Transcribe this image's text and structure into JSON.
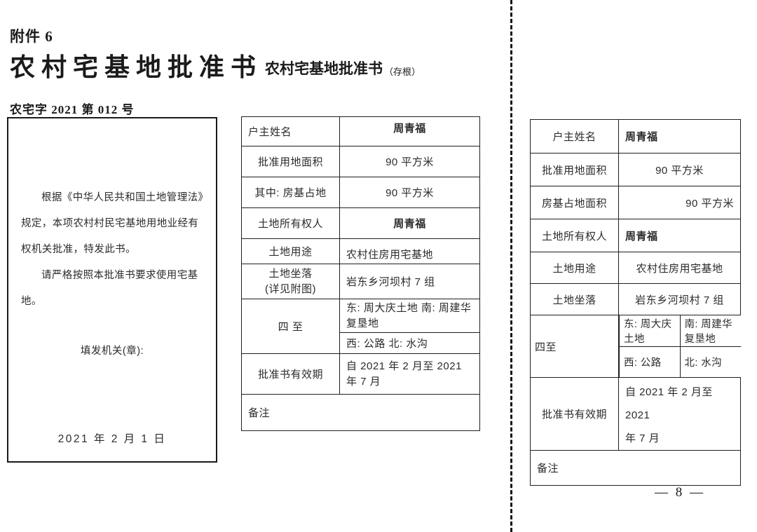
{
  "document": {
    "attachment_label": "附件 6",
    "title_main": "农村宅基地批准书",
    "title_sub": "农村宅基地批准书",
    "title_sub_paren": "（存根）",
    "doc_number": "农宅字 2021 第 012 号",
    "page_number": "— 8 —"
  },
  "certificate_box": {
    "paragraph1": "根据《中华人民共和国土地管理法》规定，本项农村村民宅基地用地业经有权机关批准，特发此书。",
    "paragraph2": "请严格按照本批准书要求使用宅基地。",
    "issuer_label": "填发机关(章):",
    "issue_date": "2021 年 2 月 1 日"
  },
  "main_table": {
    "rows": [
      {
        "label": "户主姓名",
        "value": "周青福",
        "bold": true
      },
      {
        "label": "批准用地面积",
        "value": "90 平方米",
        "bold": false
      },
      {
        "label": "其中: 房基占地",
        "value": "90  平方米",
        "bold": false
      },
      {
        "label": "土地所有权人",
        "value": "周青福",
        "bold": true
      },
      {
        "label": "土地用途",
        "value": "农村住房用宅基地",
        "bold": false
      }
    ],
    "location": {
      "label_line1": "土地坐落",
      "label_line2": "(详见附图)",
      "value": "岩东乡河坝村 7 组"
    },
    "boundaries": {
      "label": "四   至",
      "line1": "东: 周大庆土地  南: 周建华复垦地",
      "line2": "西: 公路  北: 水沟"
    },
    "validity": {
      "label": "批准书有效期",
      "value": "自 2021 年 2 月至 2021 年 7 月"
    },
    "remarks": {
      "label": "备注",
      "value": ""
    }
  },
  "stub_table": {
    "rows": [
      {
        "label": "户主姓名",
        "value": "周青福",
        "bold": true,
        "align": "left"
      },
      {
        "label": "批准用地面积",
        "value": "90 平方米",
        "bold": false,
        "align": "center"
      },
      {
        "label": "房基占地面积",
        "value": "90 平方米",
        "bold": false,
        "align": "right"
      },
      {
        "label": "土地所有权人",
        "value": "周青福",
        "bold": true,
        "align": "left"
      },
      {
        "label": "土地用途",
        "value": "农村住房用宅基地",
        "bold": false,
        "align": "center"
      },
      {
        "label": "土地坐落",
        "value": "岩东乡河坝村 7 组",
        "bold": false,
        "align": "center"
      }
    ],
    "boundaries": {
      "label": "四至",
      "east": "东: 周大庆土地",
      "south": "南: 周建华复垦地",
      "west": "西: 公路",
      "north": "北: 水沟"
    },
    "validity": {
      "label": "批准书有效期",
      "line1": "自 2021 年 2 月至 2021",
      "line2": "年 7 月"
    },
    "remarks": {
      "label": "备注",
      "value": ""
    }
  },
  "colors": {
    "ink": "#1a1a1a",
    "rule": "#1f1f1f",
    "paper": "#ffffff"
  }
}
